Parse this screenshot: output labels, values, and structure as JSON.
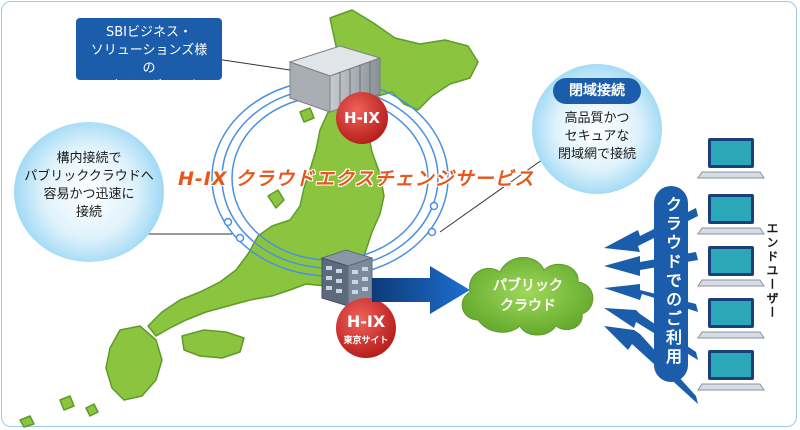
{
  "colors": {
    "map_green": "#8bc53f",
    "map_outline": "#5f9a2a",
    "brand_blue": "#1b5cab",
    "ring_blue": "#4a90e2",
    "hix_red": "#d9302b",
    "title_orange": "#e8561b",
    "bubble_blue": "#6ec6ef"
  },
  "rack_callout": {
    "line1": "SBIビジネス・",
    "line2": "ソリューションズ様の",
    "line3": "ハウジングラック"
  },
  "hix_north": {
    "label": "H-IX"
  },
  "hix_tokyo": {
    "label": "H-IX",
    "sublabel": "東京サイト"
  },
  "service_title": "H-IX クラウドエクスチェンジサービス",
  "left_bubble": {
    "line1": "構内接続で",
    "line2": "パブリッククラウドへ",
    "line3": "容易かつ迅速に",
    "line4": "接続"
  },
  "right_bubble": {
    "title": "閉域接続",
    "line1": "高品質かつ",
    "line2": "セキュアな",
    "line3": "閉域網で接続"
  },
  "cloud": {
    "line1": "パブリック",
    "line2": "クラウド"
  },
  "usage_label": "クラウドでのご利用",
  "end_user_label": "エンドユーザー",
  "icons": [
    "server-rack-icon",
    "building-icon",
    "laptop-icon",
    "cloud-icon",
    "arrow-icon"
  ]
}
